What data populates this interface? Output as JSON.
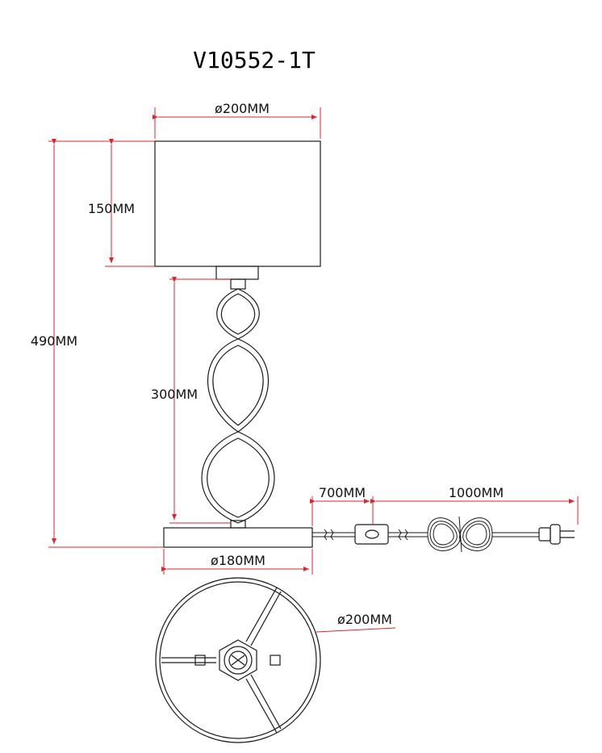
{
  "title": "V10552-1T",
  "dimensions": {
    "shade_diameter": "ø200MM",
    "shade_height": "150MM",
    "total_height": "490MM",
    "body_height": "300MM",
    "base_diameter": "ø180MM",
    "cord_to_switch": "700MM",
    "switch_to_plug": "1000MM",
    "bottom_diameter": "ø200MM"
  },
  "colors": {
    "dimension_lines": "#e0242b",
    "outline": "#1a1a1a"
  }
}
